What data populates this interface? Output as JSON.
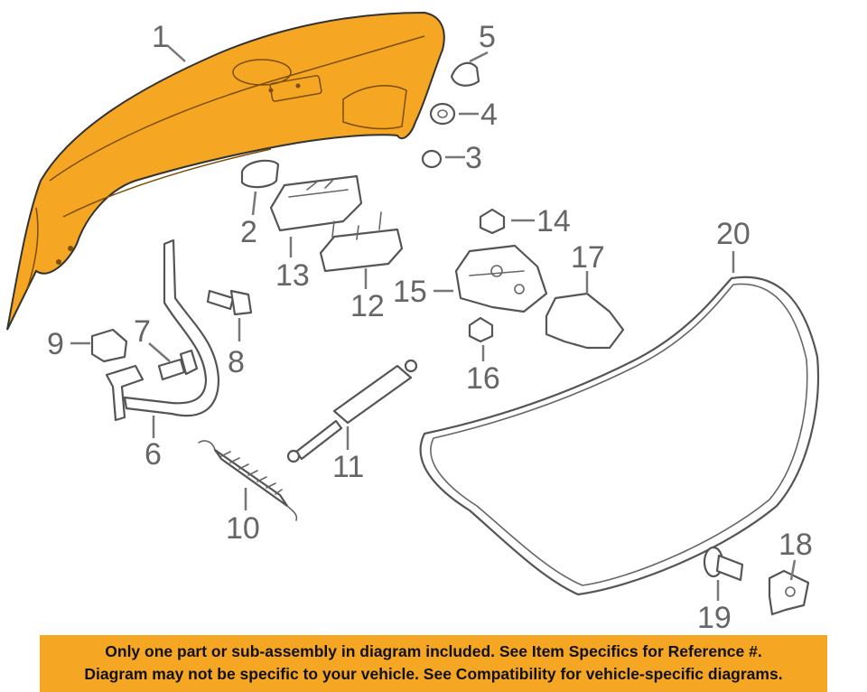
{
  "colors": {
    "highlight_part": "#F5A623",
    "outline": "#555555",
    "callout_text": "#666666",
    "banner_bg": "#F5A623"
  },
  "callouts": {
    "c1": "1",
    "c2": "2",
    "c3": "3",
    "c4": "4",
    "c5": "5",
    "c6": "6",
    "c7": "7",
    "c8": "8",
    "c9": "9",
    "c10": "10",
    "c11": "11",
    "c12": "12",
    "c13": "13",
    "c14": "14",
    "c15": "15",
    "c16": "16",
    "c17": "17",
    "c18": "18",
    "c19": "19",
    "c20": "20"
  },
  "banner": {
    "line1": "Only one part or sub-assembly in diagram included. See Item Specifics for Reference #.",
    "line2": "Diagram may not be specific to your vehicle. See Compatibility for vehicle-specific diagrams."
  }
}
